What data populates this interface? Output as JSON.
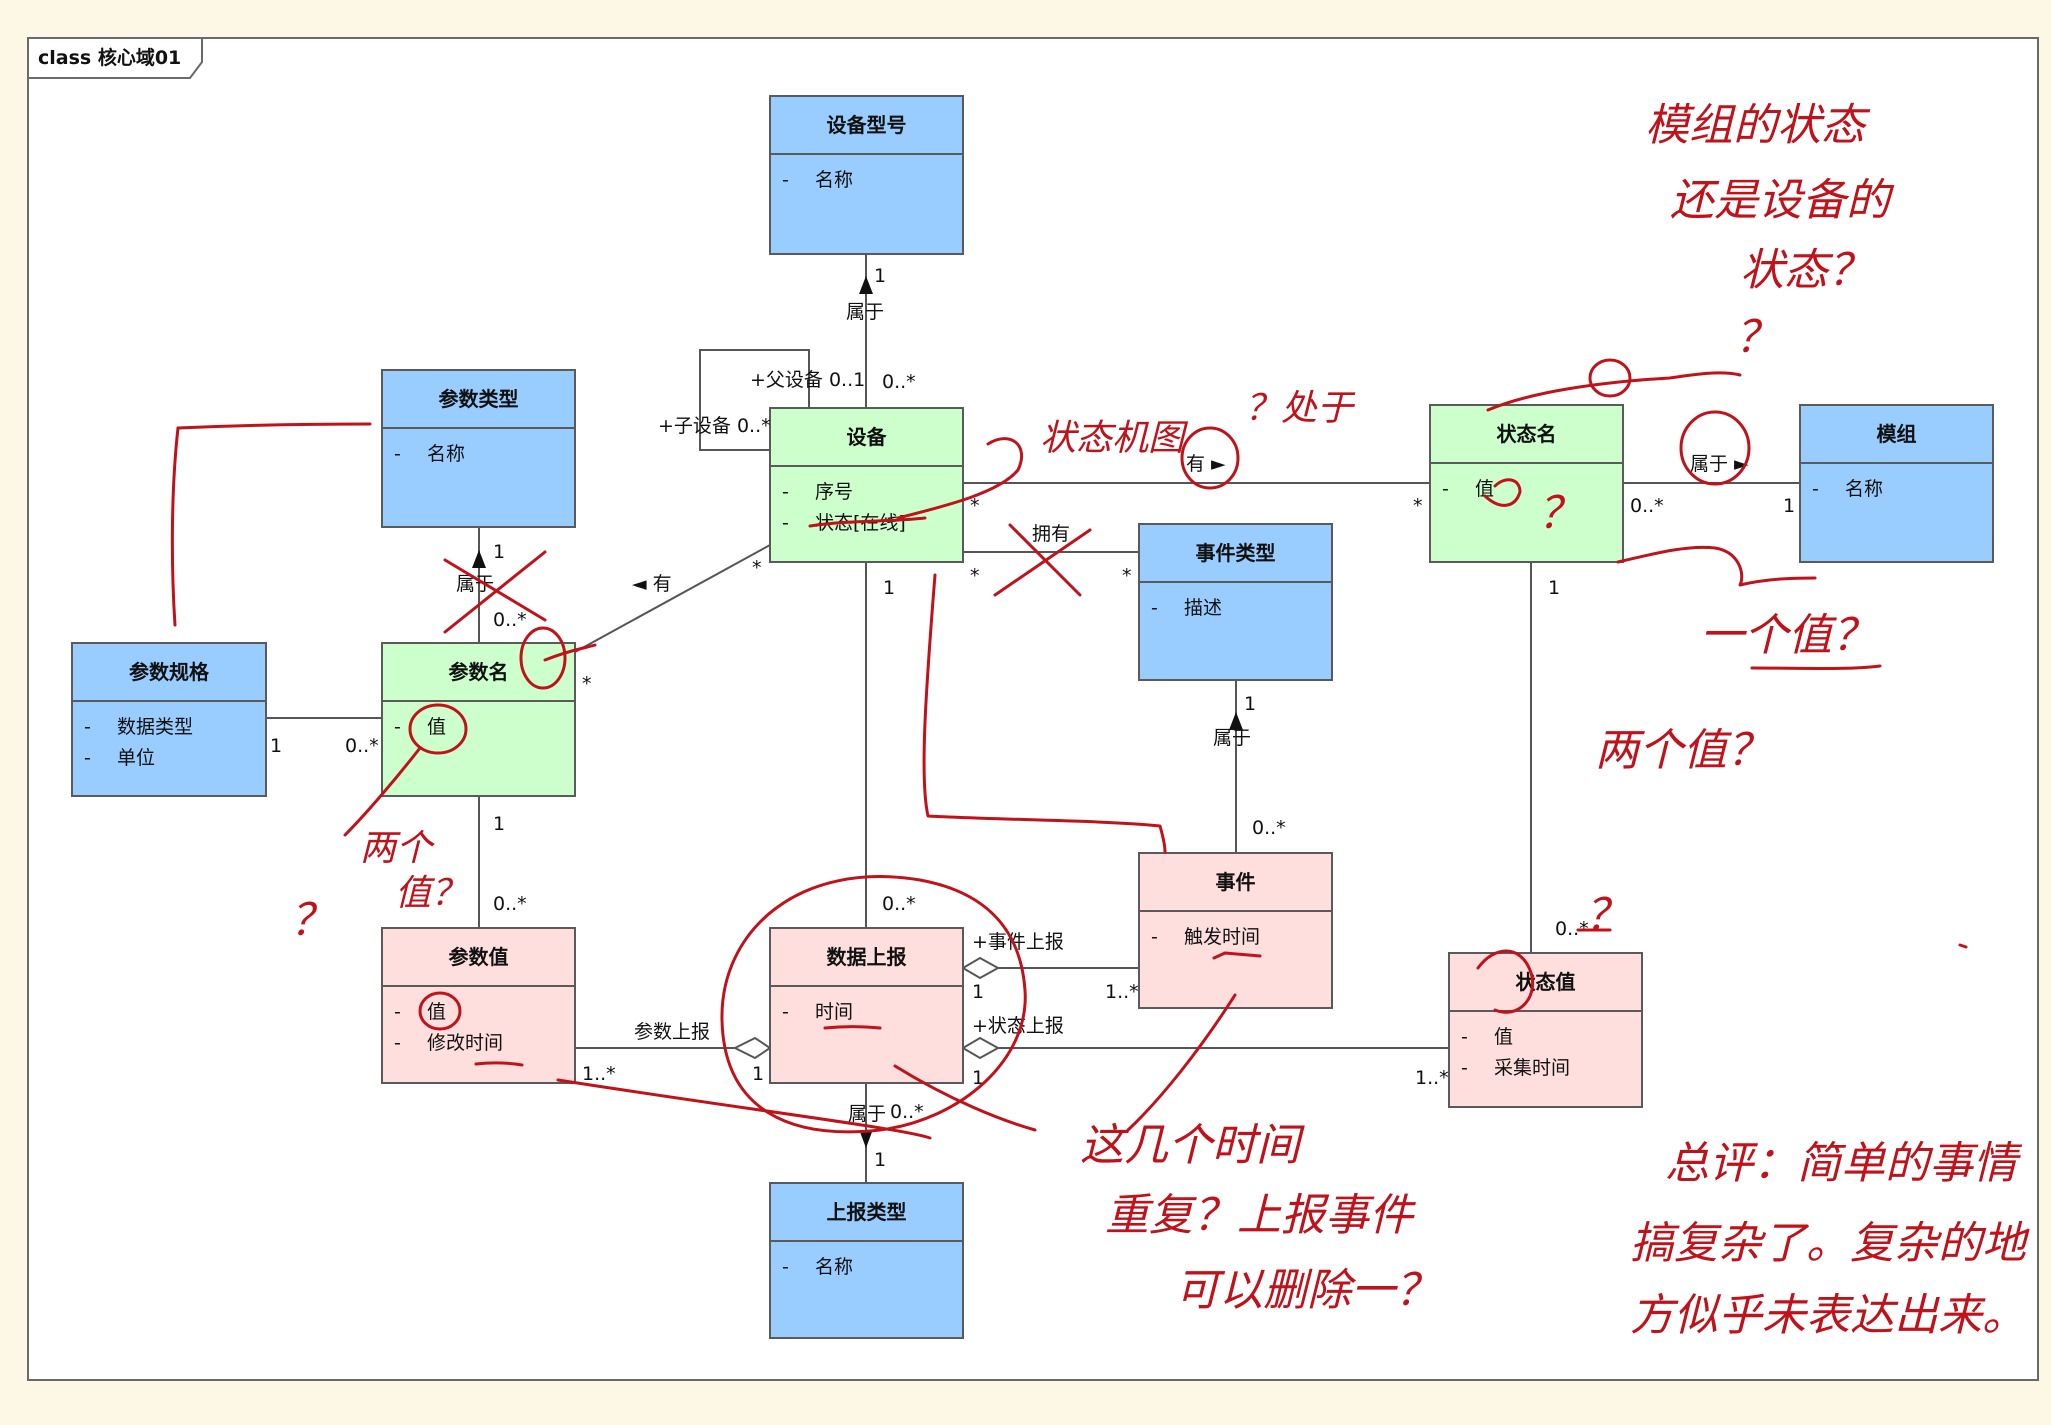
{
  "frame": {
    "title": "class 核心域01"
  },
  "colors": {
    "blue": "#99ccff",
    "green": "#ccffcc",
    "pink": "#ffdede",
    "ink": "#c0121a",
    "border": "#5a5a5a"
  },
  "classes": {
    "device_model": {
      "name": "设备型号",
      "attrs": [
        "名称"
      ]
    },
    "param_type": {
      "name": "参数类型",
      "attrs": [
        "名称"
      ]
    },
    "device": {
      "name": "设备",
      "attrs": [
        "序号",
        "状态[在线]"
      ]
    },
    "state_name": {
      "name": "状态名",
      "attrs": [
        "值"
      ]
    },
    "module": {
      "name": "模组",
      "attrs": [
        "名称"
      ]
    },
    "event_type": {
      "name": "事件类型",
      "attrs": [
        "描述"
      ]
    },
    "param_spec": {
      "name": "参数规格",
      "attrs": [
        "数据类型",
        "单位"
      ]
    },
    "param_name": {
      "name": "参数名",
      "attrs": [
        "值"
      ]
    },
    "event": {
      "name": "事件",
      "attrs": [
        "触发时间"
      ]
    },
    "param_value": {
      "name": "参数值",
      "attrs": [
        "值",
        "修改时间"
      ]
    },
    "data_report": {
      "name": "数据上报",
      "attrs": [
        "时间"
      ]
    },
    "state_value": {
      "name": "状态值",
      "attrs": [
        "值",
        "采集时间"
      ]
    },
    "report_type": {
      "name": "上报类型",
      "attrs": [
        "名称"
      ]
    }
  },
  "attr_marker": "-",
  "labels": {
    "belongs": "属于",
    "has": "有",
    "has_arrow": "有 ►",
    "has_left": "◄ 有",
    "belongs_arrow": "属于 ►",
    "owns": "拥有",
    "parent": "+父设备 0..1",
    "child": "+子设备 0..*",
    "event_report": "+事件上报",
    "state_report": "+状态上报",
    "param_report": "参数上报",
    "one": "1",
    "zero_many": "0..*",
    "one_many": "1..*",
    "many": "*"
  },
  "handwriting": {
    "top_right": [
      "模组的状态",
      "还是设备的",
      "状态？"
    ],
    "state_machine": "状态机图",
    "where": "？处于",
    "one_value": "一个值？",
    "two_values_right": "两个值？",
    "two_values_left": [
      "两个",
      "值？"
    ],
    "qmark": "？",
    "time_dup": [
      "这几个时间",
      "重复？上报事件",
      "可以删除一？"
    ],
    "summary": [
      "总评：简单的事情",
      "搞复杂了。复杂的地",
      "方似乎未表达出来。"
    ]
  }
}
